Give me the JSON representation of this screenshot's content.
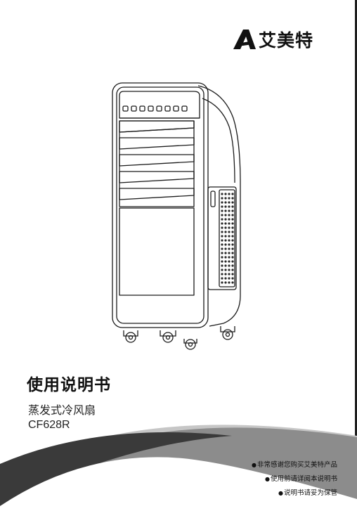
{
  "brand": {
    "name": "艾美特",
    "logo_icon": "aimite-a-mark-icon"
  },
  "cover": {
    "title": "使用说明书",
    "subtitle": "蒸发式冷风扇",
    "model": "CF628R"
  },
  "notes": [
    "非常感谢您购买艾美特产品",
    "使用前请详阅本说明书",
    "说明书请妥为保管"
  ],
  "colors": {
    "wave_dark": "#3a3a3a",
    "wave_mid": "#6e6e6e",
    "wave_light": "#bdbdbd",
    "ink": "#1a1a1a"
  }
}
